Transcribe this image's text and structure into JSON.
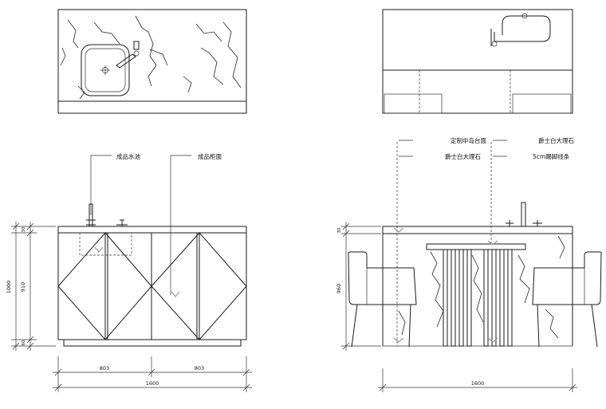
{
  "front_elevation": {
    "callouts": {
      "sink": "成品水池",
      "cabinet": "成品柜面"
    },
    "dims": {
      "total_height": "1000",
      "body_height": "910",
      "top_thickness": "30",
      "plinth_height": "60",
      "left_width": "803",
      "right_width": "803",
      "total_width": "1600"
    }
  },
  "side_elevation": {
    "callouts": {
      "island_top": "定制中岛台面",
      "marble_upper": "爵士白大理石",
      "marble_lower": "爵士白大理石",
      "skirting": "5cm踢脚线条"
    },
    "dims": {
      "top_thickness": "30",
      "body_height": "960",
      "total_width": "1600"
    }
  }
}
